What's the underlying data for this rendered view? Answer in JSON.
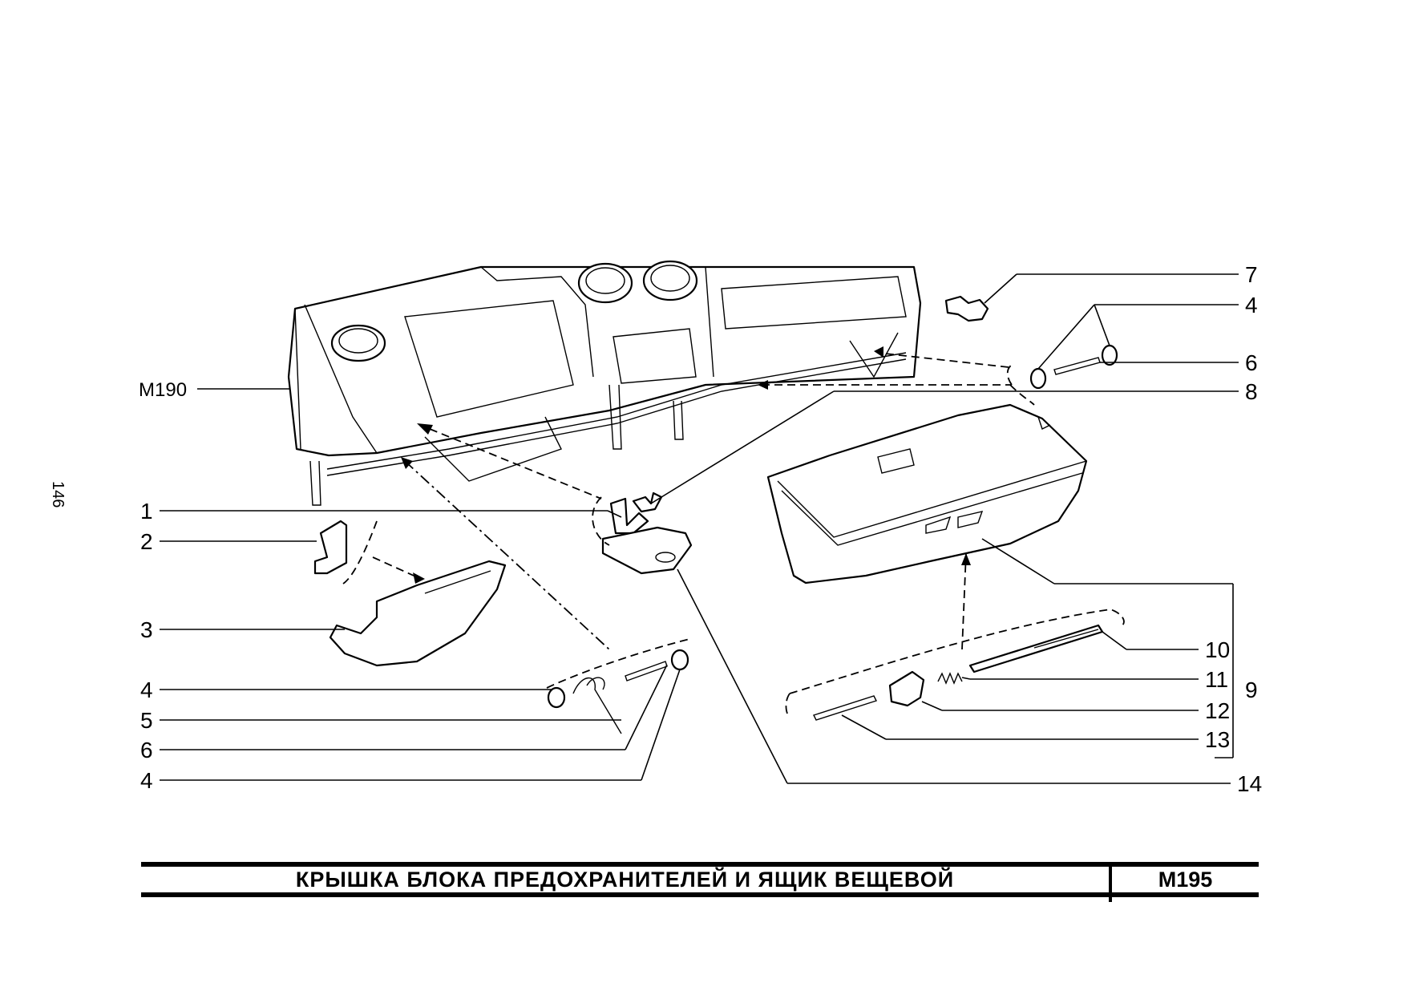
{
  "page_number": "146",
  "reference_label": "M190",
  "title": "КРЫШКА  БЛОКА  ПРЕДОХРАНИТЕЛЕЙ  И  ЯЩИК  ВЕЩЕВОЙ",
  "diagram_code": "M195",
  "callouts_left": [
    "1",
    "2",
    "3",
    "4",
    "5",
    "6",
    "4"
  ],
  "callouts_right": [
    "7",
    "4",
    "6",
    "8",
    "10",
    "11",
    "12",
    "13",
    "14"
  ],
  "group_label": "9"
}
